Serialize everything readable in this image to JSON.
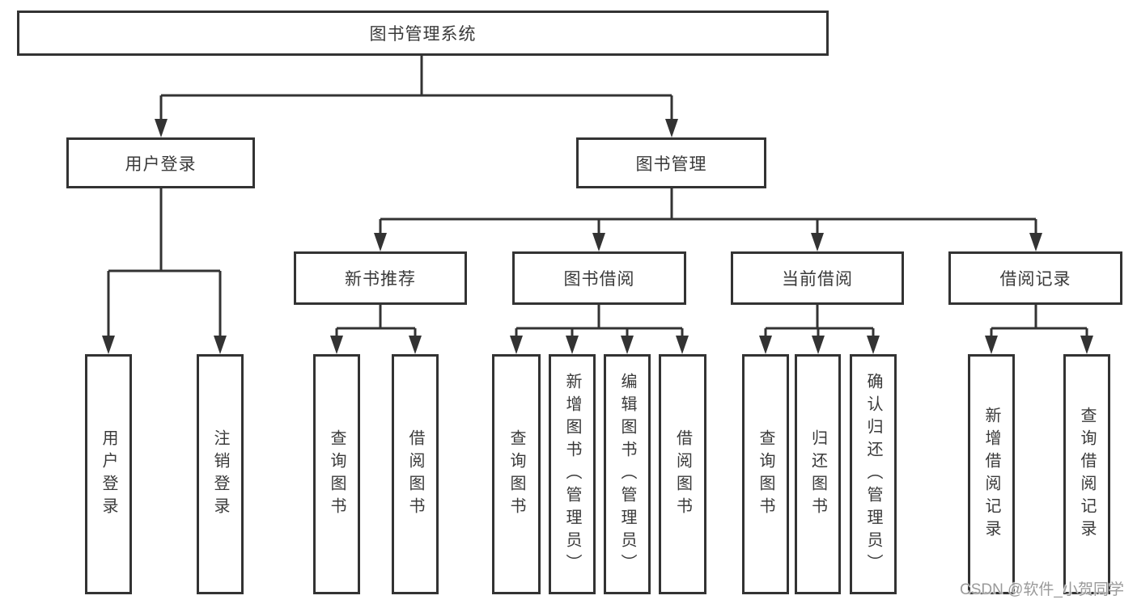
{
  "diagram_type": "hierarchy-tree",
  "tree": {
    "label": "图书管理系统",
    "children": [
      {
        "label": "用户登录",
        "children": [
          {
            "label": "用户登录"
          },
          {
            "label": "注销登录"
          }
        ]
      },
      {
        "label": "图书管理",
        "children": [
          {
            "label": "新书推荐",
            "children": [
              {
                "label": "查询图书"
              },
              {
                "label": "借阅图书"
              }
            ]
          },
          {
            "label": "图书借阅",
            "children": [
              {
                "label": "查询图书"
              },
              {
                "label": "新增图书（管理员）"
              },
              {
                "label": "编辑图书（管理员）"
              },
              {
                "label": "借阅图书"
              }
            ]
          },
          {
            "label": "当前借阅",
            "children": [
              {
                "label": "查询图书"
              },
              {
                "label": "归还图书"
              },
              {
                "label": "确认归还（管理员）"
              }
            ]
          },
          {
            "label": "借阅记录",
            "children": [
              {
                "label": "新增借阅记录"
              },
              {
                "label": "查询借阅记录"
              }
            ]
          }
        ]
      }
    ]
  },
  "watermark": {
    "text": "CSDN @软件_小贺同学"
  },
  "colors": {
    "line": "#333333",
    "box_border": "#333333",
    "text": "#3a3a3a",
    "background": "#ffffff",
    "watermark_text": "#9a9a9a"
  }
}
